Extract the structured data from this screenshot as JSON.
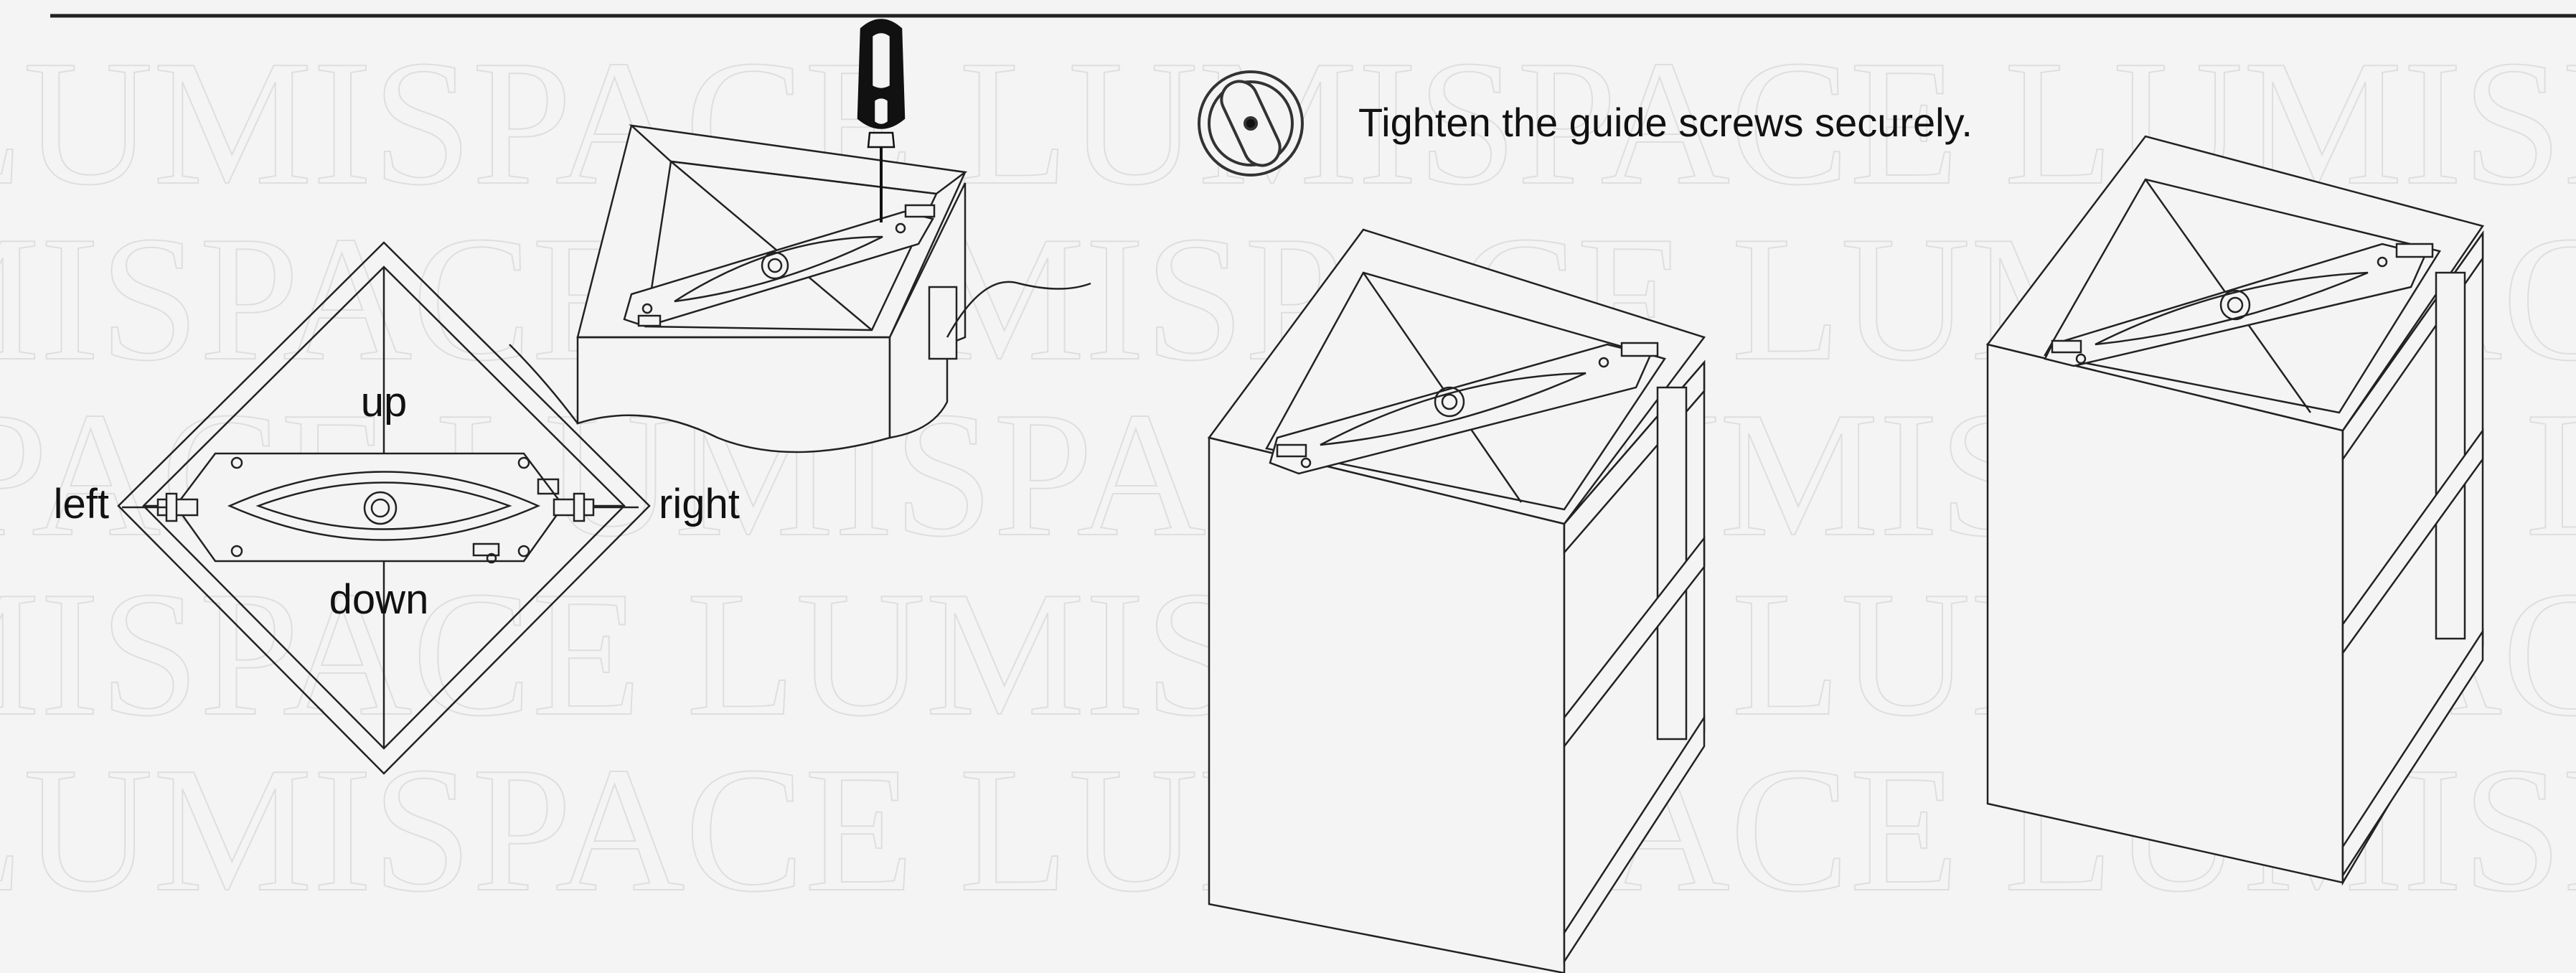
{
  "watermark": {
    "text": "LUMISPACE LUMISPACE LUMISPACE LUMISPACE LUMISPACE"
  },
  "instruction": {
    "text": "Tighten the guide screws securely.",
    "icon": "screw-head-icon"
  },
  "diagram_labels": {
    "up": "up",
    "down": "down",
    "left": "left",
    "right": "right"
  },
  "colors": {
    "line": "#1a1a1a",
    "background": "#f4f4f4",
    "watermark": "#dedede"
  }
}
